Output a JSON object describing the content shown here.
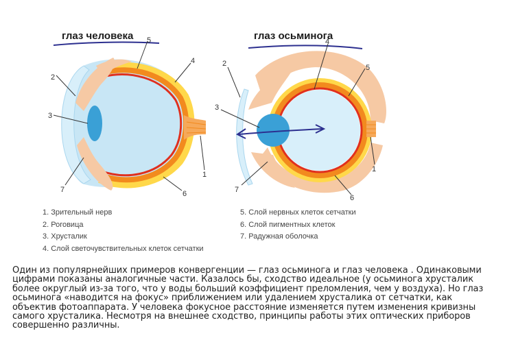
{
  "titles": {
    "human": "глаз человека",
    "octopus": "глаз осьминога"
  },
  "labels": {
    "human": [
      "1",
      "2",
      "3",
      "4",
      "5",
      "6",
      "7"
    ],
    "octopus": [
      "1",
      "2",
      "3",
      "4",
      "5",
      "6",
      "7"
    ]
  },
  "legend": {
    "left": [
      "1. Зрительный нерв",
      "2. Роговица",
      "3. Хрусталик",
      "4. Слой светочувствительных клеток сетчатки"
    ],
    "right": [
      "5. Слой нервных клеток сетчатки",
      "6. Слой пигментных клеток",
      "7. Радужная оболочка"
    ]
  },
  "caption": "Один из популярнейших примеров конвергенции — глаз осьминога  и глаз человека . Одинаковыми цифрами показаны аналогичные части. Казалось бы, сходство идеальное (у осьминога хрусталик более округлый из-за того, что у воды больший коэффициент преломления, чем у воздуха). Но глаз осьминога «наводится на фокус» приближением или удалением хрусталика от сетчатки, как объектив фотоаппарата. У человека фокусное расстояние изменяется путем изменения кривизны самого хрусталика. Несмотря на внешнее сходство, принципы работы этих оптических приборов совершенно различны.",
  "colors": {
    "sclera": "#c8e6f5",
    "cornea": "#d8effa",
    "lens": "#3aa0d6",
    "orange": "#f28a1e",
    "red": "#e0301e",
    "yellow": "#ffd84a",
    "skin": "#f6c9a4",
    "ink": "#2c2f8f"
  }
}
